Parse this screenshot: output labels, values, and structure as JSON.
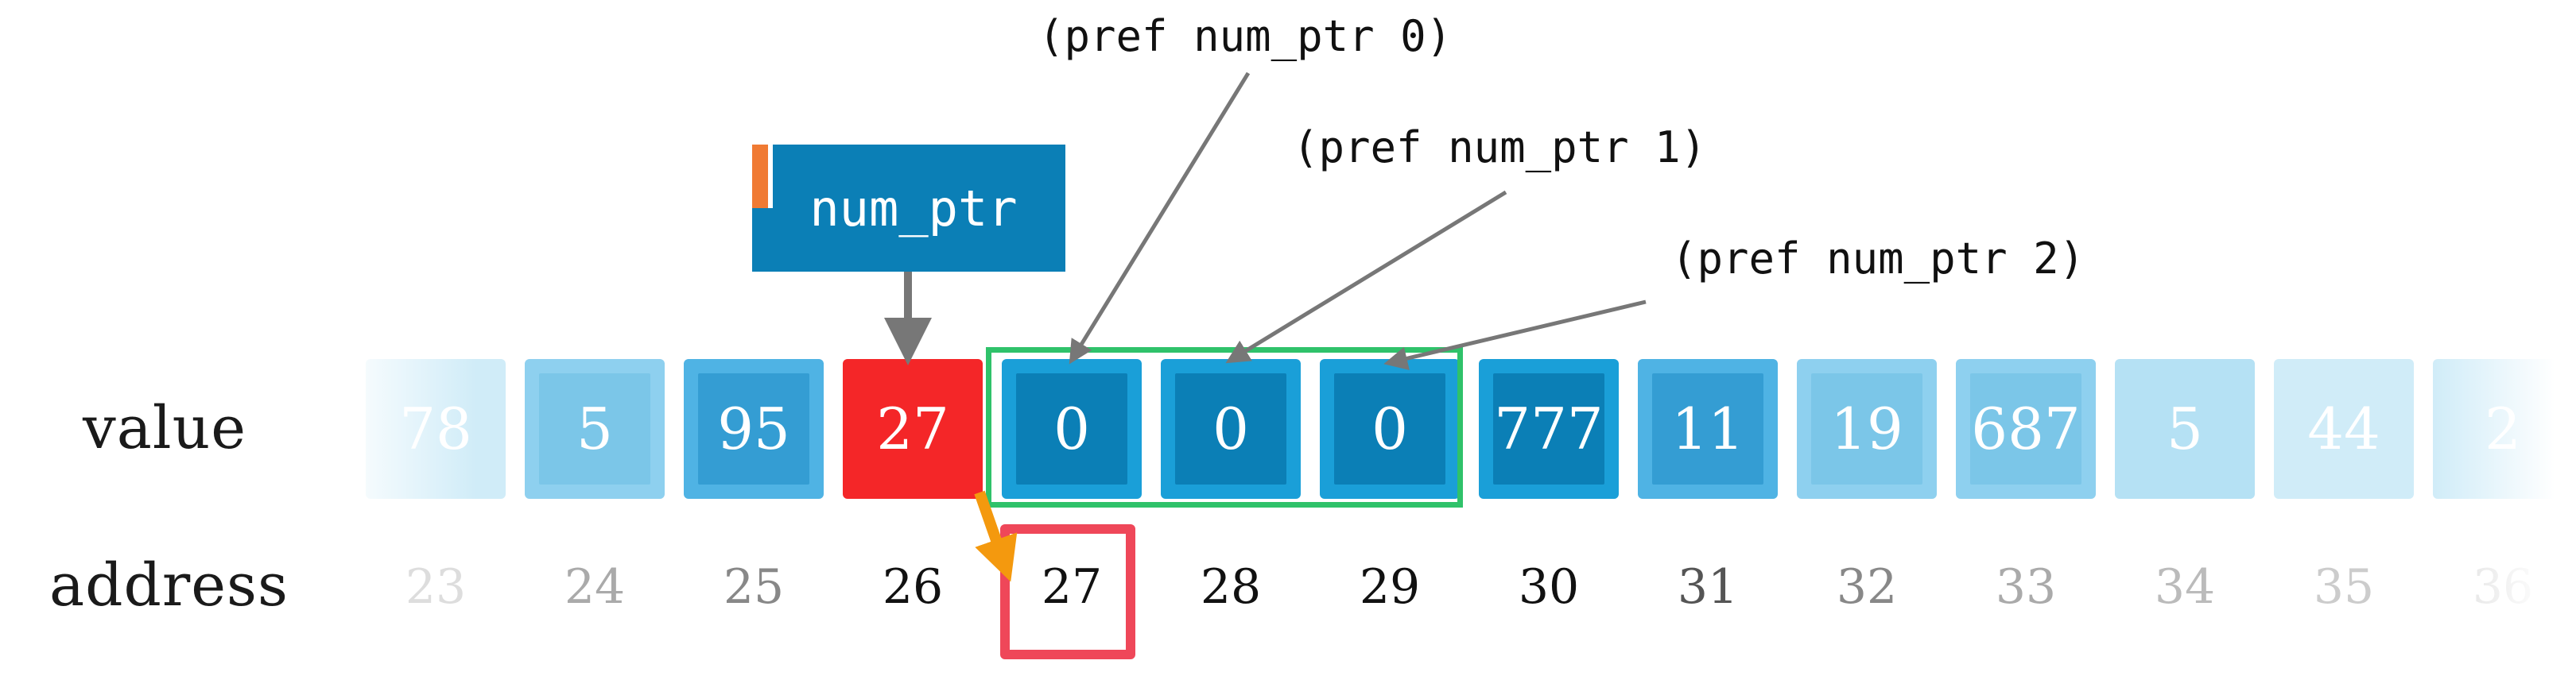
{
  "labels": {
    "value_row": "value",
    "address_row": "address"
  },
  "pointer": {
    "name": "num_ptr"
  },
  "annotations": [
    {
      "text": "(pref num_ptr 0)"
    },
    {
      "text": "(pref num_ptr 1)"
    },
    {
      "text": "(pref num_ptr 2)"
    }
  ],
  "cells": [
    {
      "value": "78",
      "address": "23",
      "style": "faded"
    },
    {
      "value": "5",
      "address": "24",
      "style": "light"
    },
    {
      "value": "95",
      "address": "25",
      "style": "medium"
    },
    {
      "value": "27",
      "address": "26",
      "style": "pointer"
    },
    {
      "value": "0",
      "address": "27",
      "style": "active"
    },
    {
      "value": "0",
      "address": "28",
      "style": "active"
    },
    {
      "value": "0",
      "address": "29",
      "style": "active"
    },
    {
      "value": "777",
      "address": "30",
      "style": "strong"
    },
    {
      "value": "11",
      "address": "31",
      "style": "medium"
    },
    {
      "value": "19",
      "address": "32",
      "style": "light"
    },
    {
      "value": "687",
      "address": "33",
      "style": "light"
    },
    {
      "value": "5",
      "address": "34",
      "style": "pale"
    },
    {
      "value": "44",
      "address": "35",
      "style": "faded"
    },
    {
      "value": "2",
      "address": "36",
      "style": "faded"
    }
  ],
  "colors": {
    "cell_blue": "#0b7fb6",
    "cell_blue_border": "#1a9fd8",
    "pointer_red": "#f42628",
    "range_green": "#2fc26a",
    "address_highlight": "#ef4759",
    "arrow_orange": "#f4990e",
    "pointer_tag": "#f07a33",
    "connector_gray": "#777777"
  }
}
